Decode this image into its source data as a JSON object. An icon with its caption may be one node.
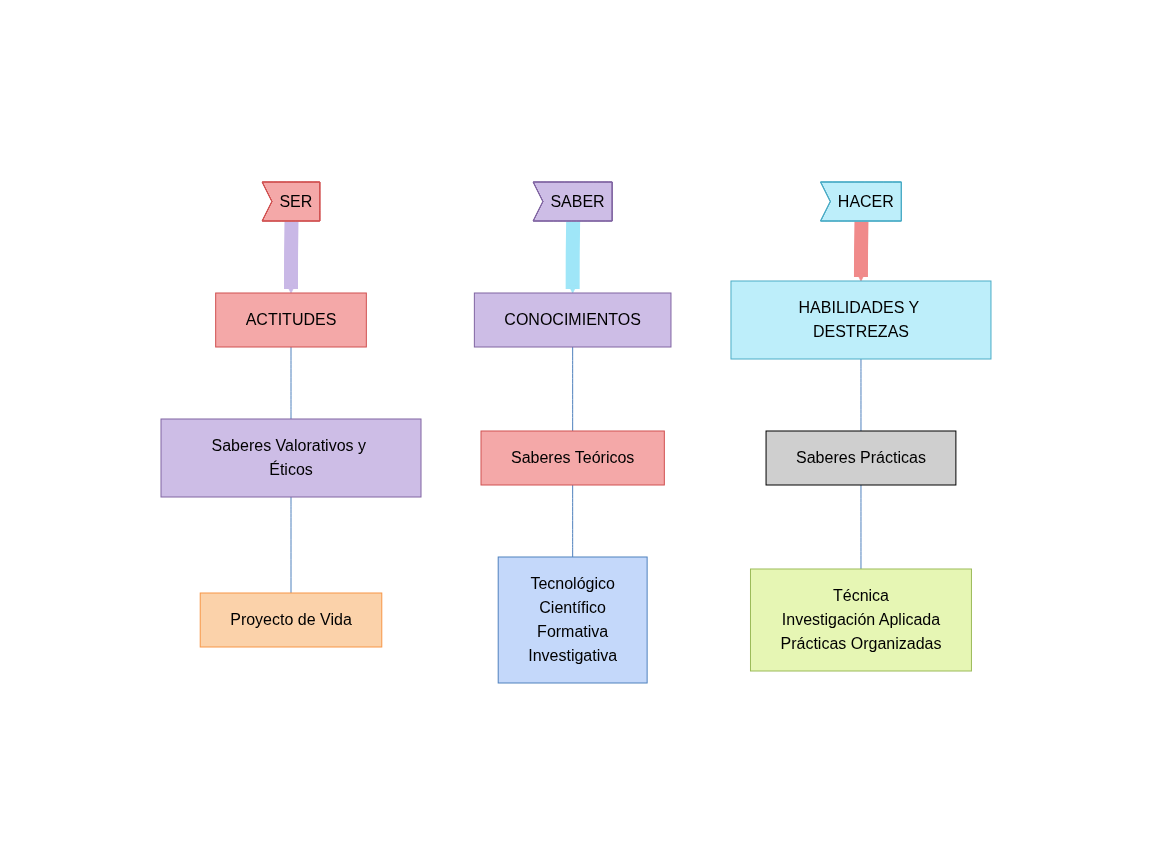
{
  "diagram": {
    "nodes": [
      {
        "text": [
          "SER"
        ]
      },
      {
        "text": [
          "SABER"
        ]
      },
      {
        "text": [
          "HACER"
        ]
      },
      {
        "text": [
          "ACTITUDES"
        ]
      },
      {
        "text": [
          "CONOCIMIENTOS"
        ]
      },
      {
        "text": [
          "HABILIDADES Y DESTREZAS"
        ]
      },
      {
        "text": [
          "Saberes Valorativos y Éticos"
        ]
      },
      {
        "text": [
          "Saberes Teóricos"
        ]
      },
      {
        "text": [
          "Saberes Prácticas"
        ]
      },
      {
        "text": [
          "Proyecto de Vida"
        ]
      },
      {
        "text": [
          "Tecnológico",
          "Científico",
          "Formativa",
          "Investigativa"
        ]
      },
      {
        "text": [
          "Técnica",
          "Investigación Aplicada",
          "Prácticas Organizadas"
        ]
      }
    ],
    "edges": [
      {
        "from": 0,
        "to": 3,
        "arrow": "to",
        "style": "thick",
        "color": "#c9b8e6"
      },
      {
        "from": 1,
        "to": 4,
        "arrow": "to",
        "style": "thick",
        "color": "#9fe6f8"
      },
      {
        "from": 2,
        "to": 5,
        "arrow": "to",
        "style": "thick",
        "color": "#f08a8a"
      },
      {
        "from": 3,
        "to": 6,
        "arrow": "none"
      },
      {
        "from": 6,
        "to": 9,
        "arrow": "none"
      },
      {
        "from": 4,
        "to": 7,
        "arrow": "none"
      },
      {
        "from": 7,
        "to": 10,
        "arrow": "none"
      },
      {
        "from": 5,
        "to": 8,
        "arrow": "none"
      },
      {
        "from": 8,
        "to": 11,
        "arrow": "none"
      }
    ]
  }
}
